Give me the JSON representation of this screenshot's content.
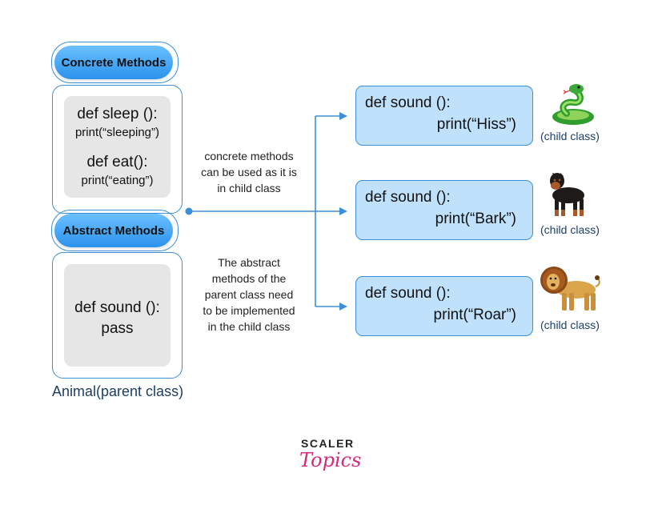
{
  "parent": {
    "concrete_label": "Concrete Methods",
    "abstract_label": "Abstract Methods",
    "concrete_code": {
      "sleep_def": "def sleep ():",
      "sleep_body": "print(“sleeping”)",
      "eat_def": "def eat():",
      "eat_body": "print(“eating”)"
    },
    "abstract_code": {
      "sound_def": "def sound ():",
      "sound_body": "pass"
    },
    "caption": "Animal(parent class)"
  },
  "notes": {
    "concrete": [
      "concrete methods",
      "can be used as it is",
      "in child class"
    ],
    "abstract": [
      "The abstract",
      "methods of the",
      "parent class need",
      "to be implemented",
      "in the child class"
    ]
  },
  "children": [
    {
      "def": "def sound ():",
      "body": "print(“Hiss”)",
      "tag": "(child class)",
      "animal": "snake-icon"
    },
    {
      "def": "def sound ():",
      "body": "print(“Bark”)",
      "tag": "(child class)",
      "animal": "dog-icon"
    },
    {
      "def": "def sound ():",
      "body": "print(“Roar”)",
      "tag": "(child class)",
      "animal": "lion-icon"
    }
  ],
  "logo": {
    "top": "SCALER",
    "bottom": "Topics"
  },
  "colors": {
    "accent": "#3d8fd9",
    "child_fill": "#bfe1fb",
    "code_fill": "#e6e6e6",
    "logo_pink": "#d6287a"
  }
}
